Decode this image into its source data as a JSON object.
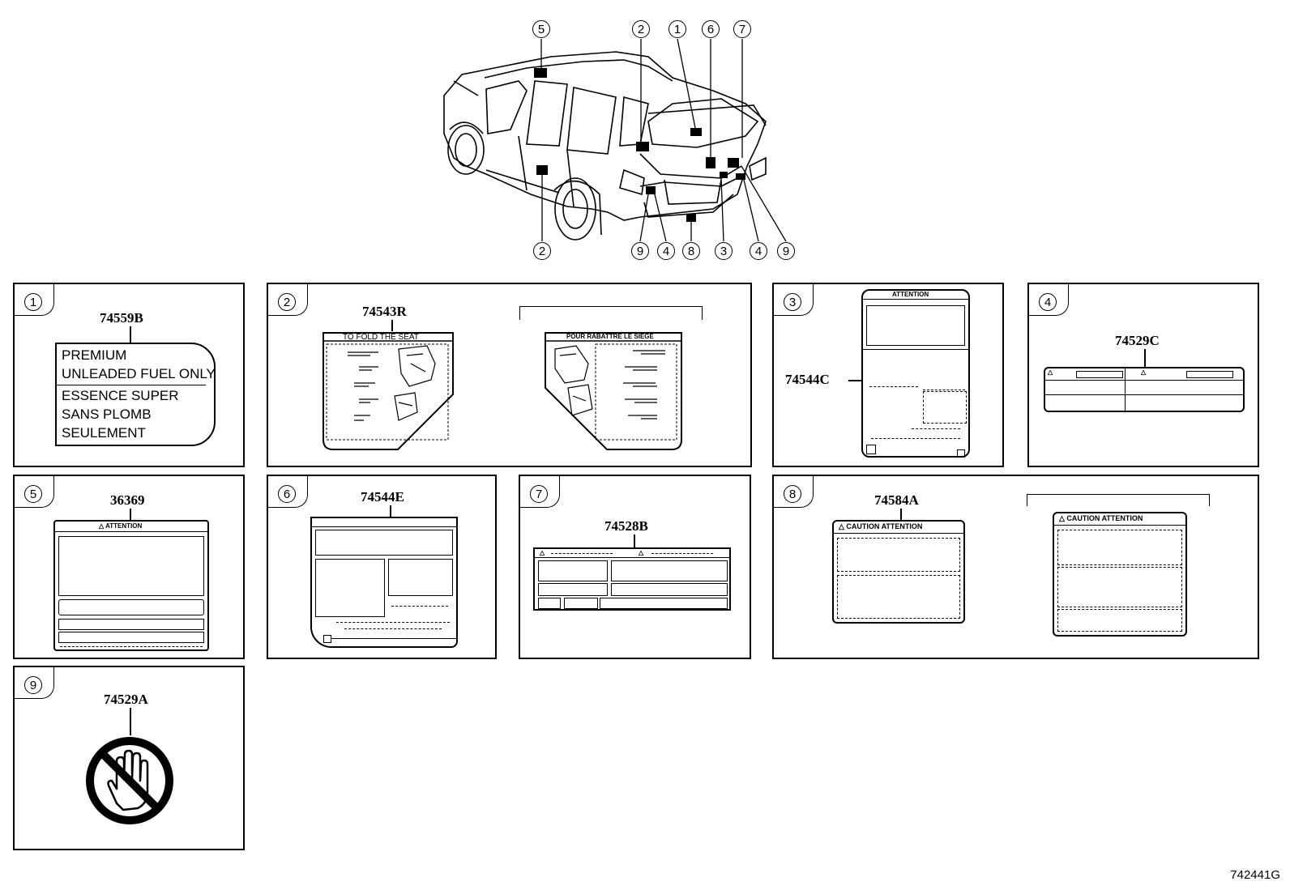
{
  "callouts_top": [
    "5",
    "2",
    "1",
    "6",
    "7"
  ],
  "callouts_bottom": [
    "2",
    "9",
    "4",
    "8",
    "3",
    "4",
    "9"
  ],
  "panels": [
    {
      "num": "1",
      "part": "74559B"
    },
    {
      "num": "2",
      "part": "74543R"
    },
    {
      "num": "3",
      "part": "74544C"
    },
    {
      "num": "4",
      "part": "74529C"
    },
    {
      "num": "5",
      "part": "36369"
    },
    {
      "num": "6",
      "part": "74544E"
    },
    {
      "num": "7",
      "part": "74528B"
    },
    {
      "num": "8",
      "part": "74584A"
    },
    {
      "num": "9",
      "part": "74529A"
    }
  ],
  "fuel_label": {
    "line1": "PREMIUM",
    "line2": "UNLEADED FUEL ONLY",
    "line3": "ESSENCE SUPER",
    "line4": "SANS PLOMB",
    "line5": "SEULEMENT"
  },
  "seat_label": {
    "left_title": "TO FOLD THE SEAT",
    "right_title": "POUR RABATTRE LE SIEGE"
  },
  "attention_title": "ATTENTION",
  "caution_title": "CAUTION ATTENTION",
  "diagram_ref": "742441G"
}
